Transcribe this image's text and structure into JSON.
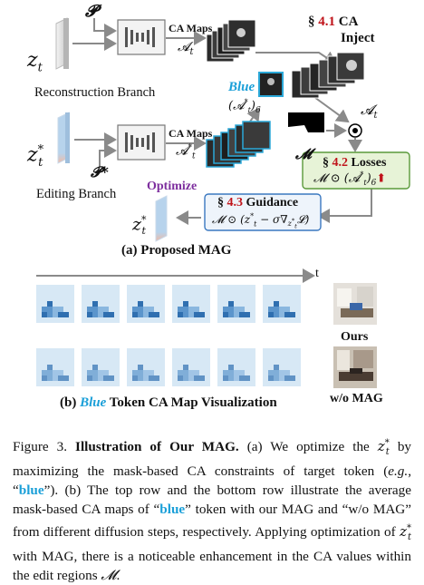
{
  "diagram": {
    "z_t": "z",
    "z_t_sub": "t",
    "z_star_sup": "*",
    "P": "𝓟",
    "P_star": "𝓟*",
    "ca_maps_top": "CA Maps",
    "ca_maps_bottom": "CA Maps",
    "A_t": "𝓐",
    "A_t_star": "𝓐",
    "reconstruction_branch": "Reconstruction Branch",
    "editing_branch": "Editing Branch",
    "section_41_prefix": "§ ",
    "section_41_num": "4.1",
    "section_41_title": " CA",
    "section_41_sub": "Inject",
    "blue_label": "Blue",
    "A_star_6": "(𝓐",
    "A_star_6_tail": ")",
    "A_star_6_sub": "6",
    "M": "𝓜",
    "section_42_prefix": "§ ",
    "section_42_num": "4.2",
    "section_42_title": " Losses",
    "loss_formula": "𝓜 ⊙ (𝓐",
    "optimize_label": "Optimize",
    "section_43_prefix": "§ ",
    "section_43_num": "4.3",
    "section_43_title": " Guidance",
    "guidance_formula": "𝓜 ⊙ (z",
    "panel_a_title": "(a) Proposed MAG",
    "t_axis": "t",
    "ours_label": "Ours",
    "womag_label": "w/o MAG",
    "panel_b_prefix": "(b)",
    "panel_b_blue": "Blue",
    "panel_b_title": "Token CA Map Visualization"
  },
  "caption": {
    "fig_num": "Figure 3.",
    "fig_title": "Illustration of Our MAG.",
    "t1": " (a) We optimize the ",
    "t2": " by maximizing the mask-based CA constraints of target token (",
    "eg": "e.g.",
    "t3": ", “",
    "blue": "blue",
    "t4": "”). (b) The top row and the bottom row illustrate the average mask-based CA maps of “",
    "blue2": "blue",
    "t5": "” token with our MAG and “w/o MAG” from different diffusion steps, respectively. Applying optimization of ",
    "t6": " with MAG, there is a noticeable enhancement in the CA values within the edit regions ",
    "t7": "."
  },
  "colors": {
    "section_red": "#c0141b",
    "blue_token": "#1a9fd8",
    "optimize_purple": "#7d2e9e",
    "loss_box_fill": "#e7f3d7",
    "loss_box_border": "#5a9a3a",
    "guidance_box_fill": "#eef4fb",
    "guidance_box_border": "#3a78c0",
    "arrow_gray": "#8a8a8a",
    "map_border": "#2ba8d8"
  }
}
